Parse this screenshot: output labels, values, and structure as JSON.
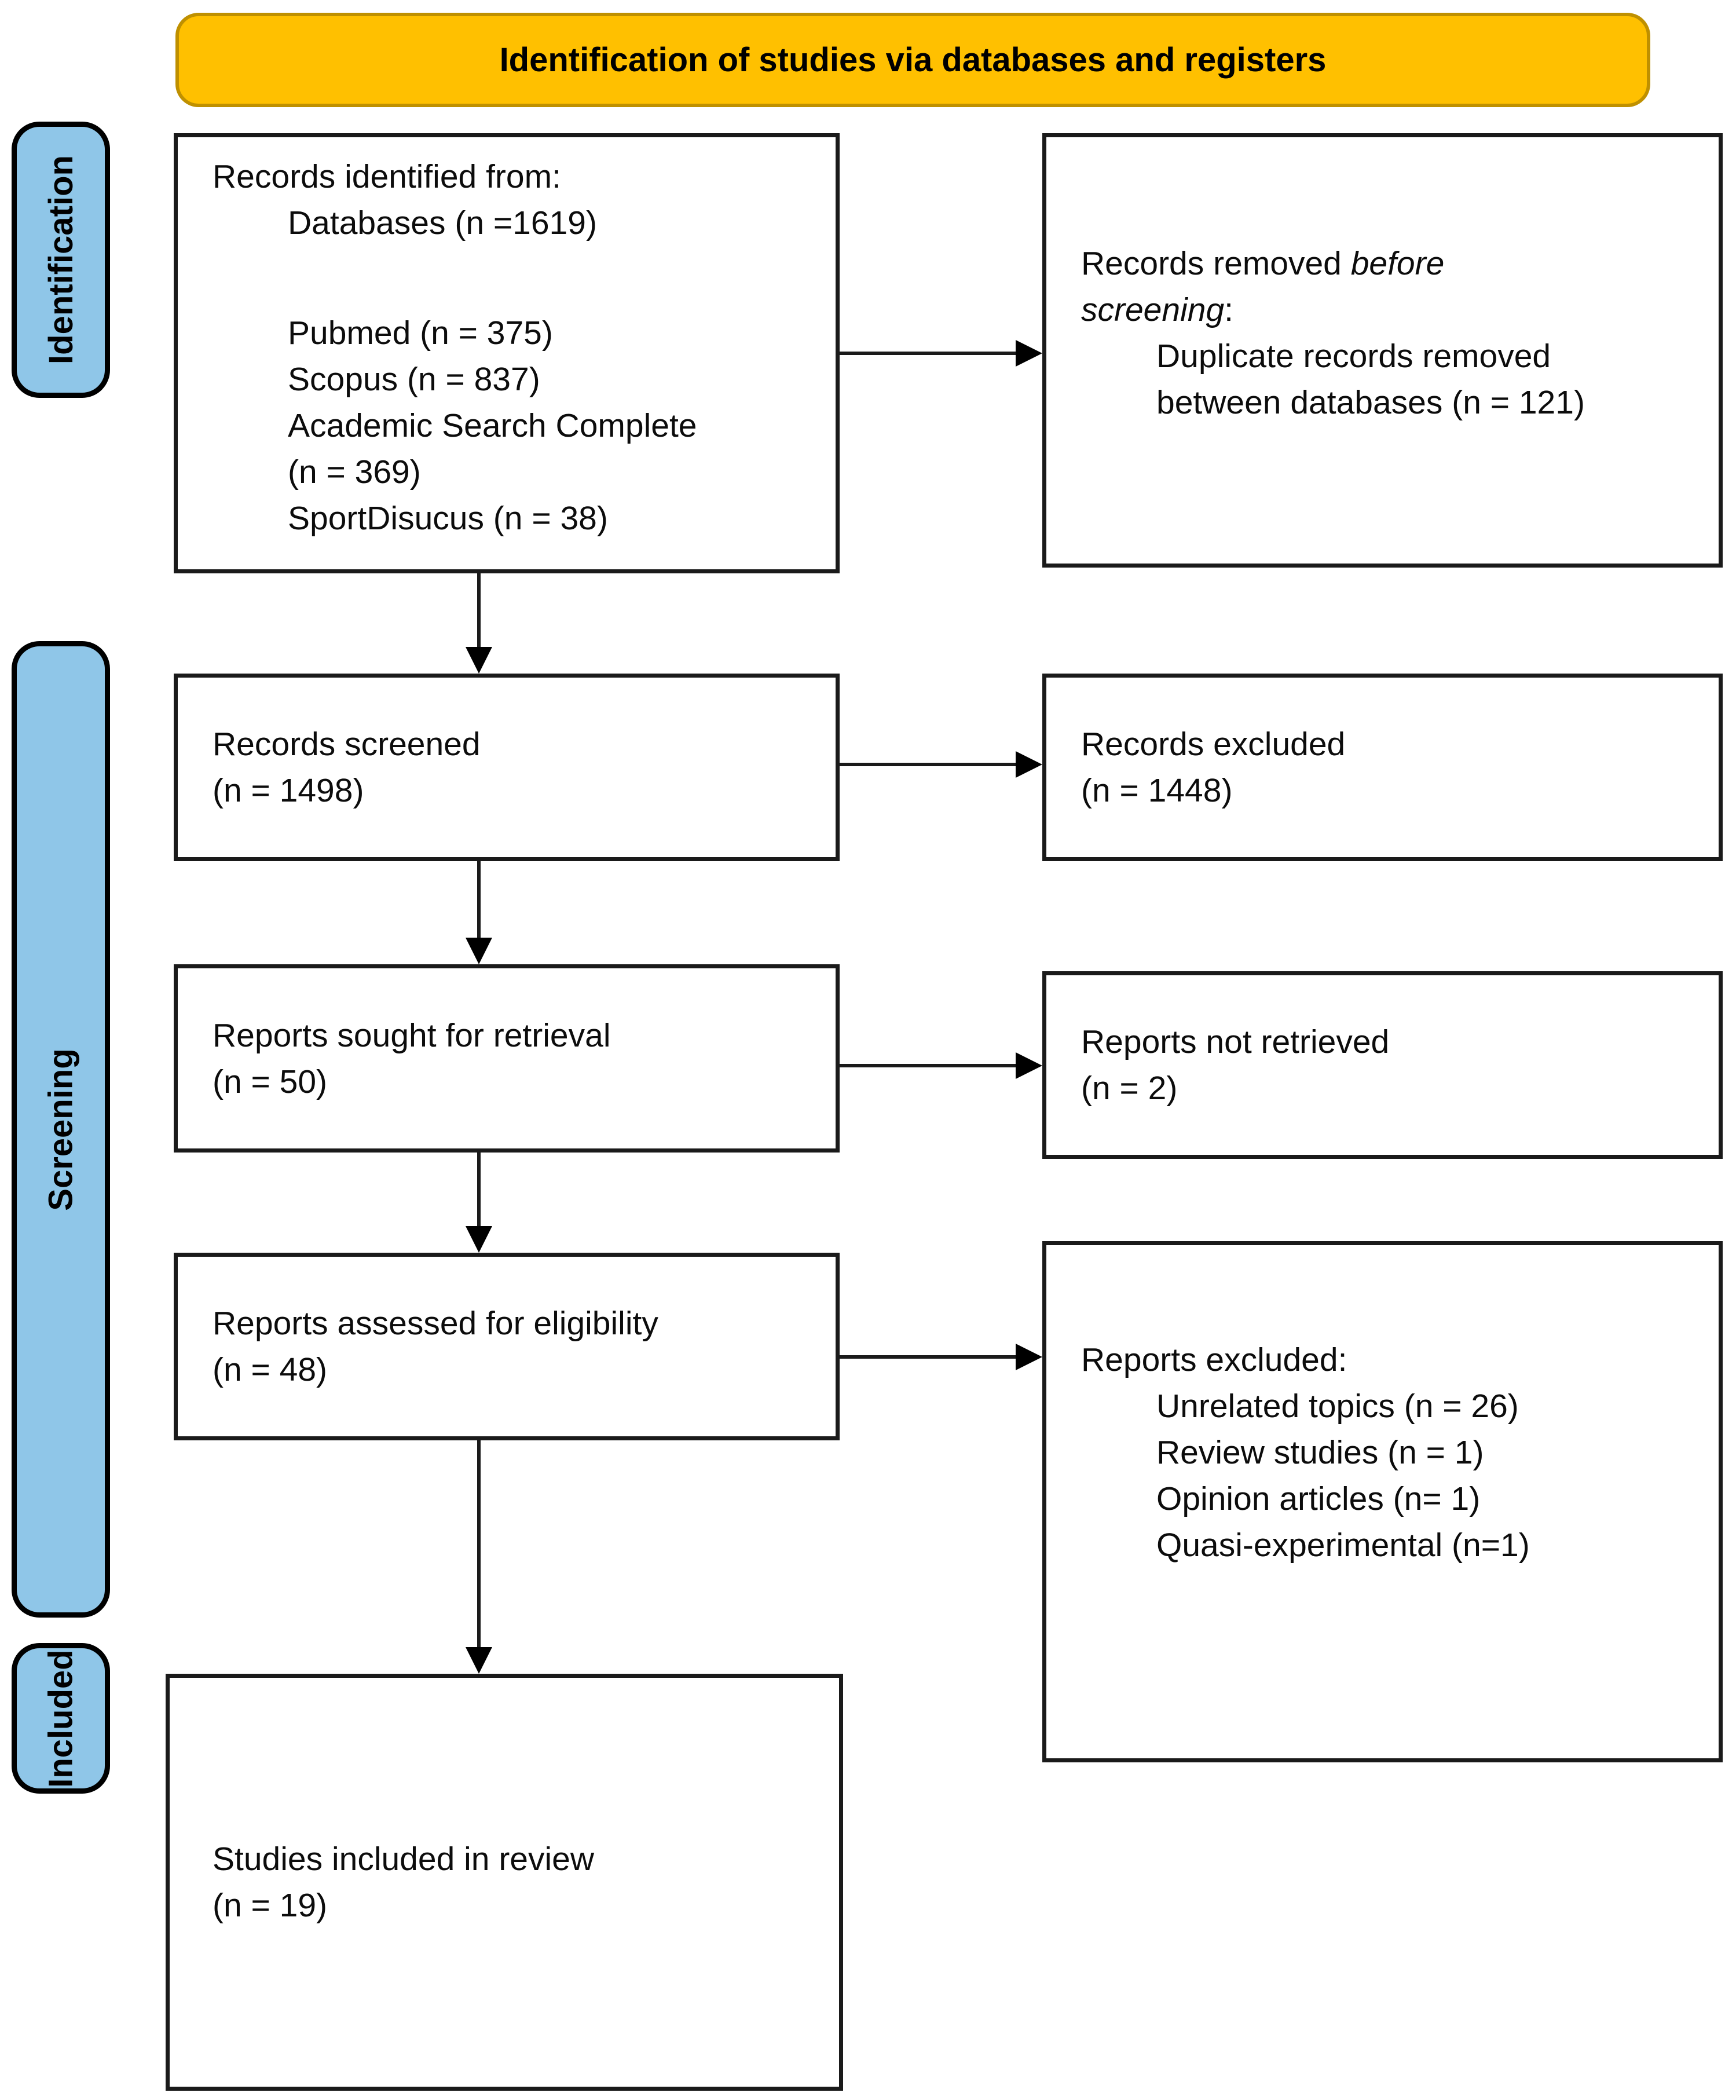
{
  "header": {
    "title": "Identification of studies via databases and registers"
  },
  "stages": {
    "identification": "Identification",
    "screening": "Screening",
    "included": "Included"
  },
  "boxes": {
    "records_identified": {
      "title": "Records identified from:",
      "lines": [
        "Databases (n =1619)",
        "Pubmed (n = 375)",
        "Scopus (n = 837)",
        "Academic Search Complete",
        "(n = 369)",
        "SportDisucus (n = 38)"
      ]
    },
    "records_removed": {
      "line1_text": "Records removed ",
      "line1_italic": "before",
      "line2_italic": "screening",
      "line2_text": ":",
      "lines": [
        "Duplicate records removed",
        "between databases (n = 121)"
      ]
    },
    "records_screened": {
      "line1": "Records screened",
      "line2": "(n = 1498)"
    },
    "records_excluded": {
      "line1": "Records excluded",
      "line2": "(n = 1448)"
    },
    "reports_sought": {
      "line1": "Reports sought for retrieval",
      "line2": "(n = 50)"
    },
    "reports_not_retrieved": {
      "line1": "Reports not retrieved",
      "line2": "(n = 2)"
    },
    "reports_assessed": {
      "line1": "Reports assessed for eligibility",
      "line2": "(n = 48)"
    },
    "reports_excluded": {
      "title": "Reports excluded:",
      "lines": [
        "Unrelated topics (n = 26)",
        "Review studies (n = 1)",
        "Opinion articles (n= 1)",
        "Quasi-experimental (n=1)"
      ]
    },
    "studies_included": {
      "line1": "Studies included in review",
      "line2": "(n = 19)"
    }
  },
  "colors": {
    "header_bg": "#FFC000",
    "header_border": "#BF9000",
    "stage_bg": "#8FC6E8",
    "box_border": "#1a1a1a",
    "arrow": "#000000"
  }
}
